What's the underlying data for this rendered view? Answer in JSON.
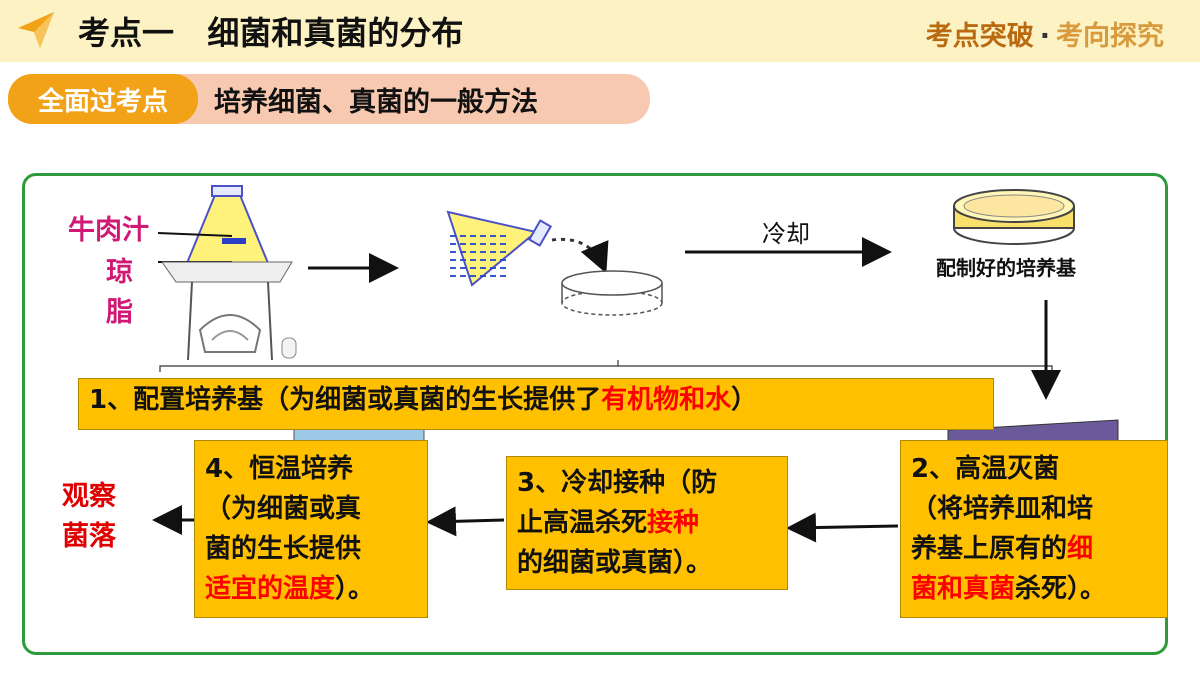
{
  "header": {
    "title": "考点一   细菌和真菌的分布",
    "right_main": "考点突破",
    "right_dot": "·",
    "right_dim": "考向探究",
    "accent": "#f2a217"
  },
  "section": {
    "badge": "全面过考点",
    "title": "培养细菌、真菌的一般方法"
  },
  "diagram": {
    "label_beef": "牛肉汁",
    "label_agar1": "琼",
    "label_agar2": "脂",
    "label_cool": "冷却",
    "label_prepared": "配制好的培养基",
    "observe_line1": "观察",
    "observe_line2": "菌落"
  },
  "steps": {
    "s1": {
      "pre": "1、配置培养基（为细菌或真菌的生长提供了",
      "hl": "有机物和水",
      "post": "）"
    },
    "s2": {
      "l1": "2、高温灭菌",
      "l2": "（将培养皿和培",
      "l3a": "养基上原有的",
      "l3b": "细",
      "l4a": "菌和真菌",
      "l4b": "杀死）。"
    },
    "s3": {
      "l1": "3、冷却接种（防",
      "l2a": "止高温杀死",
      "l2b": "接种",
      "l3": "的细菌或真菌）。"
    },
    "s4": {
      "l1": "4、恒温培养",
      "l2": "（为细菌或真",
      "l3": "菌的生长提供",
      "l4a": "适宜的温度",
      "l4b": "）。"
    }
  }
}
